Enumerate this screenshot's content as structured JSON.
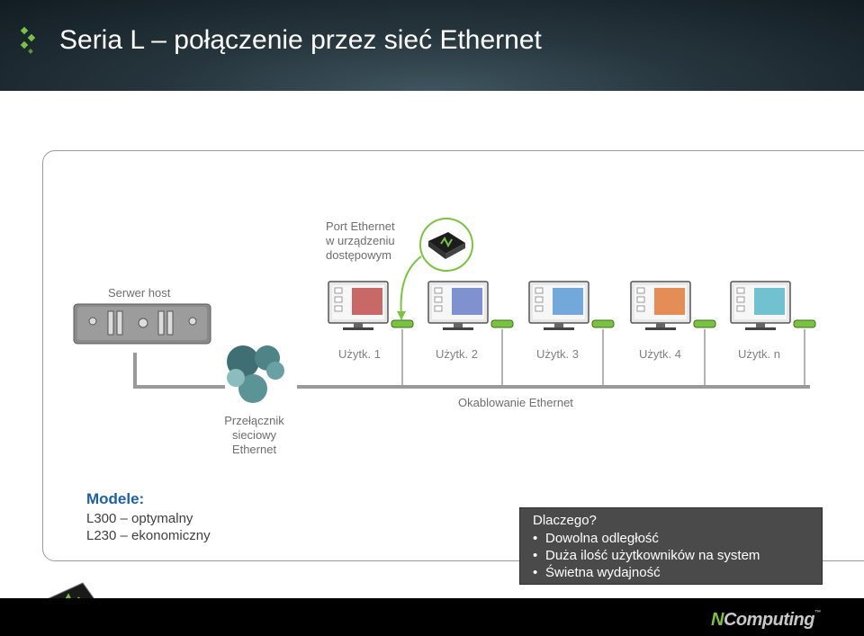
{
  "header": {
    "title": "Seria L – połączenie przez sieć Ethernet"
  },
  "diagram": {
    "port_label": [
      "Port Ethernet",
      "w urządzeniu",
      "dostępowym"
    ],
    "server_label": "Serwer host",
    "users": [
      "Użytk. 1",
      "Użytk. 2",
      "Użytk. 3",
      "Użytk. 4",
      "Użytk. n"
    ],
    "cabling_label": "Okablowanie Ethernet",
    "switch_label": [
      "Przełącznik",
      "sieciowy",
      "Ethernet"
    ],
    "screen_colors": [
      "#c0504d",
      "#6b7fc8",
      "#5b9bd5",
      "#e27a3a",
      "#5bb7c9"
    ]
  },
  "models": {
    "title": "Modele:",
    "lines": [
      "L300 – optymalny",
      "L230 – ekonomiczny"
    ]
  },
  "why": {
    "title": "Dlaczego?",
    "items": [
      "Dowolna odległość",
      "Duża ilość użytkowników na system",
      "Świetna wydajność"
    ]
  },
  "footer": {
    "brand_prefix": "N",
    "brand_rest": "Computing",
    "tm": "™"
  },
  "colors": {
    "accent_green": "#7cc242",
    "models_blue": "#1f5fa3",
    "why_bg": "#4a4a4a"
  }
}
